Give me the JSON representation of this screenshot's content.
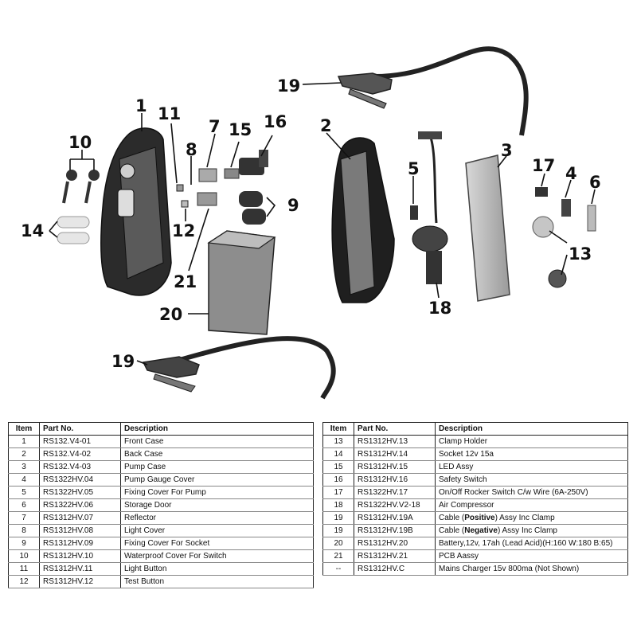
{
  "callouts": [
    "1",
    "2",
    "3",
    "4",
    "5",
    "6",
    "7",
    "8",
    "9",
    "10",
    "11",
    "12",
    "13",
    "14",
    "15",
    "16",
    "17",
    "18",
    "19",
    "19",
    "20",
    "21"
  ],
  "table_headers": {
    "item": "Item",
    "part": "Part No.",
    "desc": "Description"
  },
  "left_rows": [
    {
      "item": "1",
      "part": "RS132.V4-01",
      "desc": "Front Case"
    },
    {
      "item": "2",
      "part": "RS132.V4-02",
      "desc": "Back Case"
    },
    {
      "item": "3",
      "part": "RS132.V4-03",
      "desc": "Pump Case"
    },
    {
      "item": "4",
      "part": "RS1322HV.04",
      "desc": "Pump Gauge Cover"
    },
    {
      "item": "5",
      "part": "RS1322HV.05",
      "desc": "Fixing Cover For Pump"
    },
    {
      "item": "6",
      "part": "RS1322HV.06",
      "desc": "Storage Door"
    },
    {
      "item": "7",
      "part": "RS1312HV.07",
      "desc": "Reflector"
    },
    {
      "item": "8",
      "part": "RS1312HV.08",
      "desc": "Light Cover"
    },
    {
      "item": "9",
      "part": "RS1312HV.09",
      "desc": "Fixing Cover For Socket"
    },
    {
      "item": "10",
      "part": "RS1312HV.10",
      "desc": "Waterproof Cover For Switch"
    },
    {
      "item": "11",
      "part": "RS1312HV.11",
      "desc": "Light Button"
    },
    {
      "item": "12",
      "part": "RS1312HV.12",
      "desc": "Test Button"
    }
  ],
  "right_rows": [
    {
      "item": "13",
      "part": "RS1312HV.13",
      "desc": "Clamp Holder"
    },
    {
      "item": "14",
      "part": "RS1312HV.14",
      "desc": "Socket 12v 15a"
    },
    {
      "item": "15",
      "part": "RS1312HV.15",
      "desc": "LED Assy"
    },
    {
      "item": "16",
      "part": "RS1312HV.16",
      "desc": "Safety Switch"
    },
    {
      "item": "17",
      "part": "RS1322HV.17",
      "desc": "On/Off Rocker Switch C/w Wire (6A-250V)"
    },
    {
      "item": "18",
      "part": "RS1322HV.V2-18",
      "desc": "Air Compressor"
    },
    {
      "item": "19",
      "part": "RS1312HV.19A",
      "desc_pre": "Cable (",
      "desc_bold": "Positive",
      "desc_post": ") Assy Inc Clamp"
    },
    {
      "item": "19",
      "part": "RS1312HV.19B",
      "desc_pre": "Cable (",
      "desc_bold": "Negative",
      "desc_post": ") Assy Inc Clamp"
    },
    {
      "item": "20",
      "part": "RS1312HV.20",
      "desc": "Battery,12v, 17ah (Lead Acid)(H:160 W:180 B:65)"
    },
    {
      "item": "21",
      "part": "RS1312HV.21",
      "desc": "PCB Aassy"
    },
    {
      "item": "--",
      "part": "RS1312HV.C",
      "desc": "Mains Charger 15v 800ma (Not Shown)"
    }
  ]
}
